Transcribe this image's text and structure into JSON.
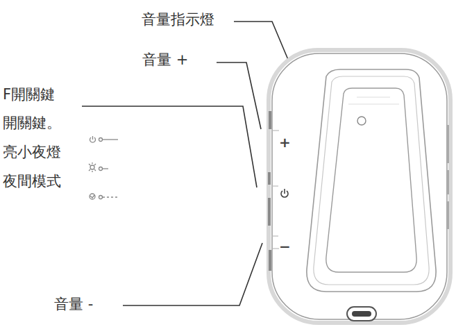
{
  "diagram": {
    "labels": [
      "音量指示燈",
      "音量 +",
      "F開關鍵",
      "開關鍵。",
      "亮小夜燈",
      "夜間模式",
      "音量 -",
      "+",
      "−"
    ]
  }
}
